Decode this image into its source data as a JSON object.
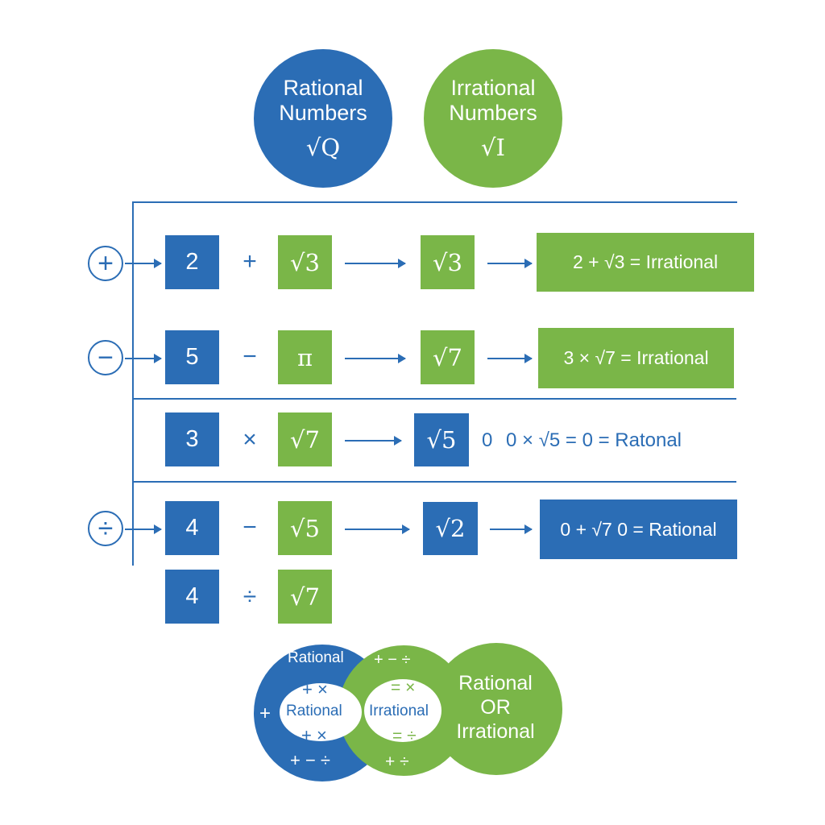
{
  "colors": {
    "rational": "#2b6db5",
    "irrational": "#7ab648"
  },
  "header": {
    "rational": {
      "title_line1": "Rational",
      "title_line2": "Numbers",
      "symbol": "√Q"
    },
    "irrational": {
      "title_line1": "Irrational",
      "title_line2": "Numbers",
      "symbol": "√I"
    }
  },
  "rows": [
    {
      "icon": "plus-circle-icon",
      "icon_glyph": "+",
      "operand1": "2",
      "operator": "+",
      "operand2": "√3",
      "middle": "√3",
      "result": "2 + √3 = Irrational"
    },
    {
      "icon": "minus-circle-icon",
      "icon_glyph": "−",
      "operand1": "5",
      "operator": "−",
      "operand2": "π",
      "middle": "√7",
      "result": "3 × √7 = Irrational"
    },
    {
      "operand1": "3",
      "operator": "×",
      "operand2": "√7",
      "middle": "√5",
      "result_prefix": "0",
      "result": "0 × √5 = 0 = Ratonal"
    },
    {
      "icon": "divide-circle-icon",
      "icon_glyph": "÷",
      "operand1": "4",
      "operator": "−",
      "operand2": "√5",
      "middle": "√2",
      "result": "0 + √7 0 = Rational"
    },
    {
      "operand1": "4",
      "operator": "÷",
      "operand2": "√7"
    }
  ],
  "venn": {
    "left_arc_label": "Rational",
    "left_ops_top": "+ ×",
    "left_plus": "+",
    "left_center": "Rational",
    "left_ops_mid": "+ ×",
    "left_ops_bottom": "+  −  ÷",
    "mid_ops_top": "+  −  ÷",
    "mid_ops_eq": "= ×",
    "mid_center": "Irrational",
    "mid_ops_low": "= ÷",
    "mid_ops_bottom": "+  ÷",
    "right_line1": "Rational",
    "right_line2": "OR",
    "right_line3": "Irrational"
  }
}
